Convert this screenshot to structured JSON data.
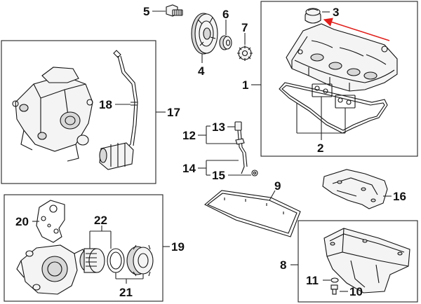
{
  "callouts": {
    "c1": "1",
    "c2": "2",
    "c3": "3",
    "c4": "4",
    "c5": "5",
    "c6": "6",
    "c7": "7",
    "c8": "8",
    "c9": "9",
    "c10": "10",
    "c11": "11",
    "c12": "12",
    "c13": "13",
    "c14": "14",
    "c15": "15",
    "c16": "16",
    "c17": "17",
    "c18": "18",
    "c19": "19",
    "c20": "20",
    "c21": "21",
    "c22": "22"
  },
  "colors": {
    "line": "#222222",
    "highlight_arrow": "#e0201c",
    "background": "#ffffff"
  },
  "icons": {
    "highlight": "red-arrow-icon"
  }
}
